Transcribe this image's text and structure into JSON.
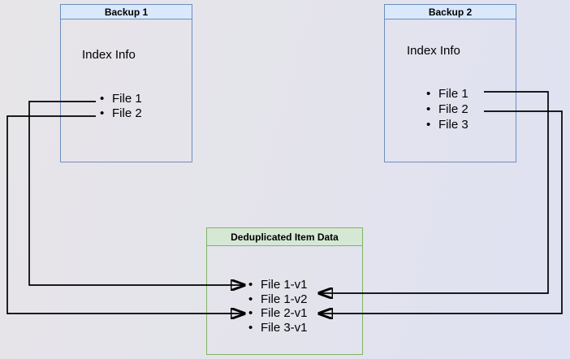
{
  "diagram": {
    "backup1": {
      "title": "Backup 1",
      "subtitle": "Index Info",
      "items": [
        "File 1",
        "File 2"
      ]
    },
    "backup2": {
      "title": "Backup 2",
      "subtitle": "Index Info",
      "items": [
        "File 1",
        "File 2",
        "File 3"
      ]
    },
    "dedup": {
      "title": "Deduplicated Item Data",
      "items": [
        "File 1-v1",
        "File 1-v2",
        "File 2-v1",
        "File 3-v1"
      ]
    },
    "connections": [
      {
        "from": "Backup 1 / File 1",
        "to": "Deduplicated Item Data / File 1-v1",
        "side": "left"
      },
      {
        "from": "Backup 1 / File 2",
        "to": "Deduplicated Item Data / File 2-v1",
        "side": "left"
      },
      {
        "from": "Backup 2 / File 1",
        "to": "Deduplicated Item Data / File 1-v2",
        "side": "right"
      },
      {
        "from": "Backup 2 / File 2",
        "to": "Deduplicated Item Data / File 2-v1",
        "side": "right"
      }
    ],
    "colors": {
      "blue_border": "#6c8ebf",
      "blue_fill": "#dae8fc",
      "green_border": "#82b366",
      "green_fill": "#d5e8d4",
      "arrow": "#000000",
      "background_left": "#e7e5e8",
      "background_right": "#dfe2f3"
    }
  }
}
